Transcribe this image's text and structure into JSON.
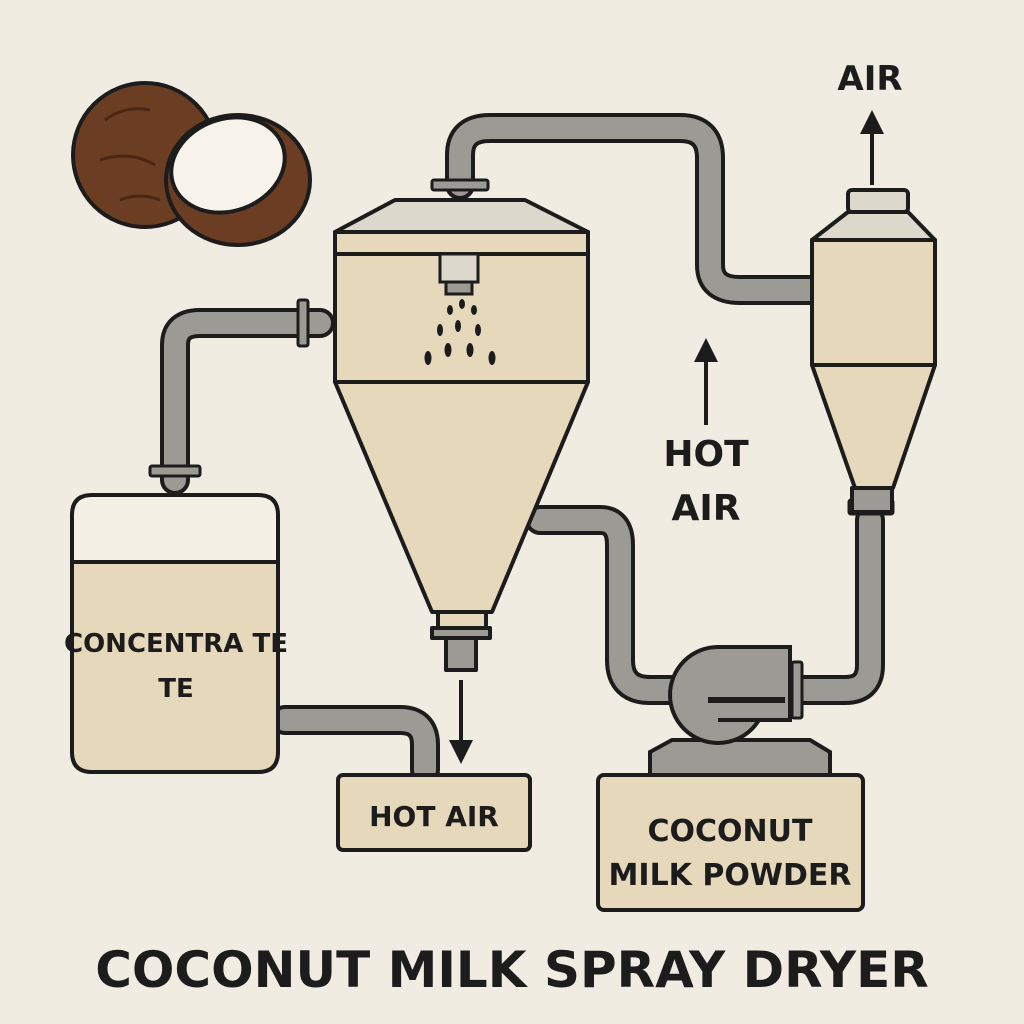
{
  "title": "COCONUT MILK SPRAY DRYER",
  "labels": {
    "air_out": "AIR",
    "hot_air_inline_line1": "HOT",
    "hot_air_inline_line2": "AIR",
    "concentrate_line1": "CONCENTRA TE",
    "concentrate_line2": "TE",
    "hot_air_box": "HOT AIR",
    "powder_line1": "COCONUT",
    "powder_line2": "MILK POWDER"
  },
  "colors": {
    "background": "#f1ece1",
    "outline": "#1c1c1c",
    "pipe": "#9c9a95",
    "vessel_fill": "#e6d8bb",
    "vessel_top": "#ddd8cc",
    "coconut_shell": "#6b3d22",
    "coconut_flesh": "#f7f3ea"
  },
  "icons": [
    "coconut-whole-icon",
    "coconut-half-icon",
    "arrow-up-icon",
    "arrow-down-icon",
    "spray-nozzle-icon",
    "fan-icon"
  ]
}
